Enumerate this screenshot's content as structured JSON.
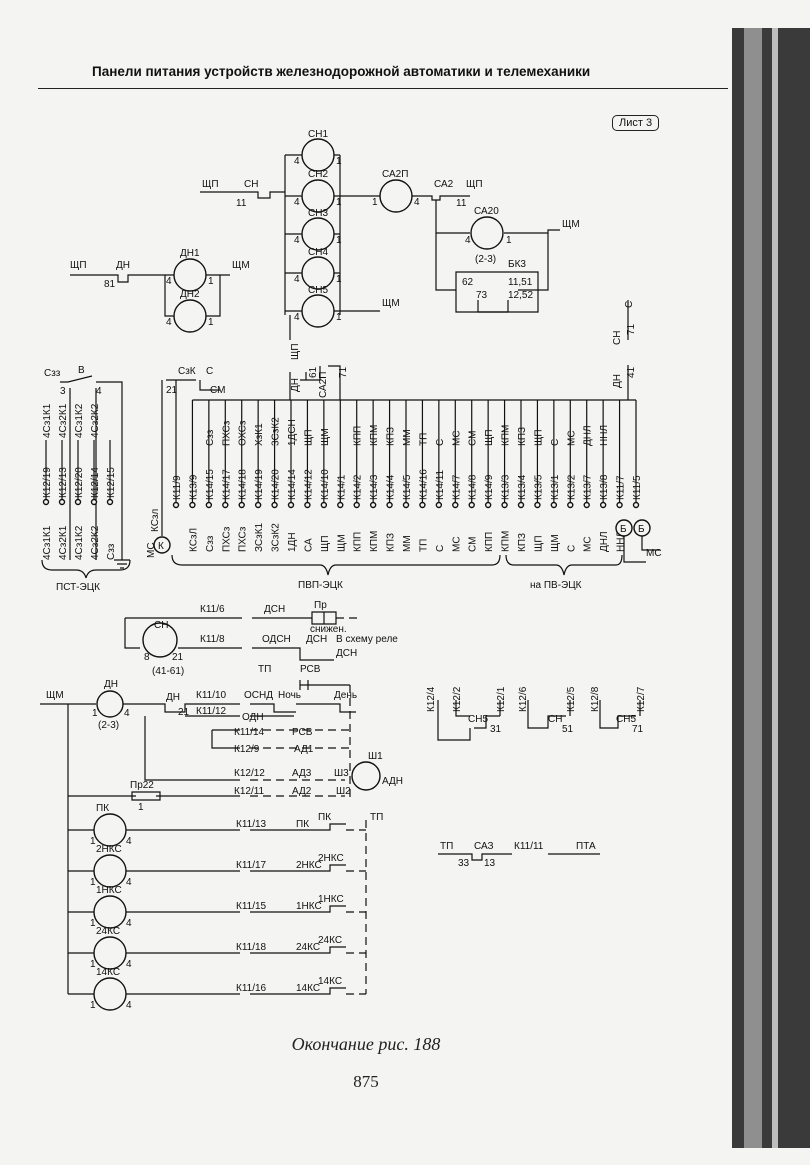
{
  "header": {
    "title": "Панели питания устройств железнодорожной автоматики и телемеханики"
  },
  "sheet_label": "Лист 3",
  "caption": "Окончание рис. 188",
  "page_number": "875",
  "relays_top": [
    {
      "name": "СН1",
      "pins": [
        "4",
        "1"
      ]
    },
    {
      "name": "СН2",
      "pins": [
        "4",
        "1"
      ]
    },
    {
      "name": "СН3",
      "pins": [
        "4",
        "1"
      ]
    },
    {
      "name": "СН4",
      "pins": [
        "4",
        "1"
      ]
    },
    {
      "name": "СН5",
      "pins": [
        "4",
        "1"
      ]
    },
    {
      "name": "ДН1",
      "pins": [
        "4",
        "1"
      ]
    },
    {
      "name": "ДН2",
      "pins": [
        "4",
        "1"
      ]
    },
    {
      "name": "СА2П",
      "pins": [
        "1",
        "4"
      ]
    },
    {
      "name": "СА20",
      "pins": [
        "4",
        "1"
      ],
      "note": "(2-3)"
    }
  ],
  "top_labels": {
    "shp1": "ЩП",
    "sn": "СН",
    "n11a": "11",
    "sa2": "СА2",
    "shp2": "ЩП",
    "n11b": "11",
    "shm1": "ЩМ",
    "shp3": "ЩП",
    "dn": "ДН",
    "n81": "81",
    "shm2": "ЩМ",
    "shm3": "ЩМ",
    "bk3": "БК3",
    "n62": "62",
    "n73": "73",
    "n1151": "11,51",
    "n1252": "12,52",
    "shp4": "ЩП",
    "dn61": "ДН",
    "n61": "61",
    "sa2p": "СА2П",
    "n71": "71",
    "c_right": "С",
    "cn71": "СН",
    "n71b": "71",
    "dn41": "ДН",
    "n41": "41"
  },
  "selector": {
    "czz": "Сзз",
    "v": "В",
    "n3": "3",
    "n4": "4",
    "czk": "СзК",
    "c": "С",
    "n21": "21",
    "cm": "СМ"
  },
  "terminal_labels_top": [
    "4Сз1К1",
    "4Сз2К1",
    "4Сз1К2",
    "4Сз2К2"
  ],
  "terminal_numbers_left": [
    "К12/19",
    "К12/13",
    "К12/20",
    "К12/14",
    "К12/15"
  ],
  "terminal_labels_bottom_left": [
    "4Сз1К1",
    "4Сз2К1",
    "4Сз1К2",
    "4Сз2К2",
    "Сзз"
  ],
  "pvp_top_labels": [
    "Сзз",
    "ПХСз",
    "ОХСз",
    "ХзК1",
    "3СзК2",
    "1ДСН",
    "ЩП",
    "ЩМ",
    "КПП",
    "КПМ",
    "КПЗ",
    "ММ",
    "ТП",
    "С",
    "МС",
    "СМ",
    "ЩП",
    "КПМ",
    "КПЗ",
    "ЩП",
    "С",
    "МС",
    "ДНЛ",
    "ННЛ"
  ],
  "pvp_numbers": [
    "К11/9",
    "К13/9",
    "К14/15",
    "К14/17",
    "К14/18",
    "К14/19",
    "К14/20",
    "К14/14",
    "К14/12",
    "К14/10",
    "К14/1",
    "К14/2",
    "К14/3",
    "К14/4",
    "К14/5",
    "К14/16",
    "К14/11",
    "К14/7",
    "К14/8",
    "К14/9",
    "К13/3",
    "К13/4",
    "К13/5",
    "К13/1",
    "К13/2",
    "К13/7",
    "К13/8",
    "К11/7",
    "К11/5"
  ],
  "pvp_bottom_labels": [
    "КСзЛ",
    "Сзз",
    "ПХСз",
    "ПХСз",
    "ЗСзК1",
    "3СзК2",
    "1ДН",
    "СА",
    "ЩП",
    "ЩМ",
    "КПП",
    "КПМ",
    "КПЗ",
    "ММ",
    "ТП",
    "С",
    "МС",
    "СМ",
    "КПП",
    "КПМ",
    "КПЗ",
    "ЩП",
    "ЩМ",
    "С",
    "МС",
    "ДНЛ",
    "ННЛ"
  ],
  "pvp_extra": {
    "mc": "МС",
    "kszl": "КСзл",
    "k": "К",
    "b1": "Б",
    "b2": "Б",
    "mc2": "МС"
  },
  "group_labels": {
    "pst": "ПСТ-ЭЦК",
    "pvp": "ПВП-ЭЦК",
    "pv": "на ПВ-ЭЦК"
  },
  "lower": {
    "k11_6": "К11/6",
    "dsn": "ДСН",
    "pr": "Пр",
    "snizh": "снижен.",
    "sn_relay": "СН",
    "sn_pins": [
      "8",
      "21"
    ],
    "sn_note": "(41-61)",
    "k11_8": "К11/8",
    "odsn": "ОДСН",
    "dsn2": "ДСН",
    "to_scheme": "В схему реле",
    "dsn3": "ДСН",
    "tp": "ТП",
    "rsv": "РСВ",
    "shm": "ЩМ",
    "dn_relay": "ДН",
    "dn_pins": [
      "1",
      "4"
    ],
    "dn_note": "(2-3)",
    "dn_c": "ДН",
    "n21": "21",
    "k11_10": "К11/10",
    "osnd": "ОСНД",
    "noch": "Ночь",
    "den": "День",
    "k11_12": "К11/12",
    "odn": "ОДН",
    "k11_14": "К11/14",
    "rsv2": "РСВ",
    "k12_9": "К12/9",
    "ad1": "АД1",
    "k12_12": "К12/12",
    "ad3": "АД3",
    "sh3": "Ш3",
    "sh1": "Ш1",
    "adn": "АДН",
    "k12_11": "К12/11",
    "ad2": "АД2",
    "sh2": "Ш2",
    "pr22": "Пр22",
    "n1": "1"
  },
  "lower_relays": [
    {
      "name": "ПК",
      "k": "К11/13",
      "contact": "ПК",
      "tp": "ТП"
    },
    {
      "name": "2НКС",
      "k": "К11/17",
      "contact": "2НКС"
    },
    {
      "name": "1НКС",
      "k": "К11/15",
      "contact": "1НКС"
    },
    {
      "name": "24КС",
      "k": "К11/18",
      "contact": "24КС"
    },
    {
      "name": "14КС",
      "k": "К11/16",
      "contact": "14КС"
    }
  ],
  "lower_relay_pins": [
    "1",
    "4"
  ],
  "right_groups": {
    "k12_4": "К12/4",
    "k12_2": "К12/2",
    "ch5a": "СН5",
    "n31": "31",
    "k12_1": "К12/1",
    "k12_6": "К12/6",
    "ch": "СН",
    "n51": "51",
    "k12_5": "К12/5",
    "k12_8": "К12/8",
    "ch5b": "СН5",
    "n71": "71",
    "k12_7": "К12/7"
  },
  "pta": {
    "tp": "ТП",
    "sa3": "САЗ",
    "n33": "33",
    "n13": "13",
    "k11_11": "К11/11",
    "pta": "ПТА"
  }
}
